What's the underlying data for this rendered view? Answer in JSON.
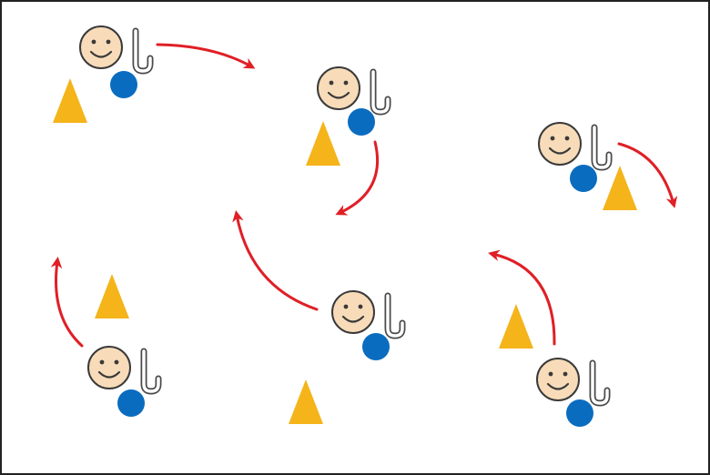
{
  "colors": {
    "border": "#222222",
    "face_fill": "#f8dcb9",
    "face_stroke": "#3a3a3a",
    "ball": "#0a6cbf",
    "cone": "#f4b41a",
    "arrow": "#e01f26",
    "stick_stroke": "#4a4a4a"
  },
  "legend_icons": {
    "player": "smiley-face-icon",
    "stick": "hockey-stick-icon",
    "ball": "ball-icon",
    "cone": "cone-icon",
    "arrow": "movement-arrow-icon"
  },
  "players": [
    {
      "id": "p1"
    },
    {
      "id": "p2"
    },
    {
      "id": "p3"
    },
    {
      "id": "p4"
    },
    {
      "id": "p5"
    },
    {
      "id": "p6"
    }
  ],
  "cones": [
    {
      "id": "c1"
    },
    {
      "id": "c2"
    },
    {
      "id": "c3"
    },
    {
      "id": "c4"
    },
    {
      "id": "c5"
    },
    {
      "id": "c6"
    }
  ],
  "arrows": [
    {
      "id": "a1"
    },
    {
      "id": "a2"
    },
    {
      "id": "a3"
    },
    {
      "id": "a4"
    },
    {
      "id": "a5"
    },
    {
      "id": "a6"
    }
  ]
}
